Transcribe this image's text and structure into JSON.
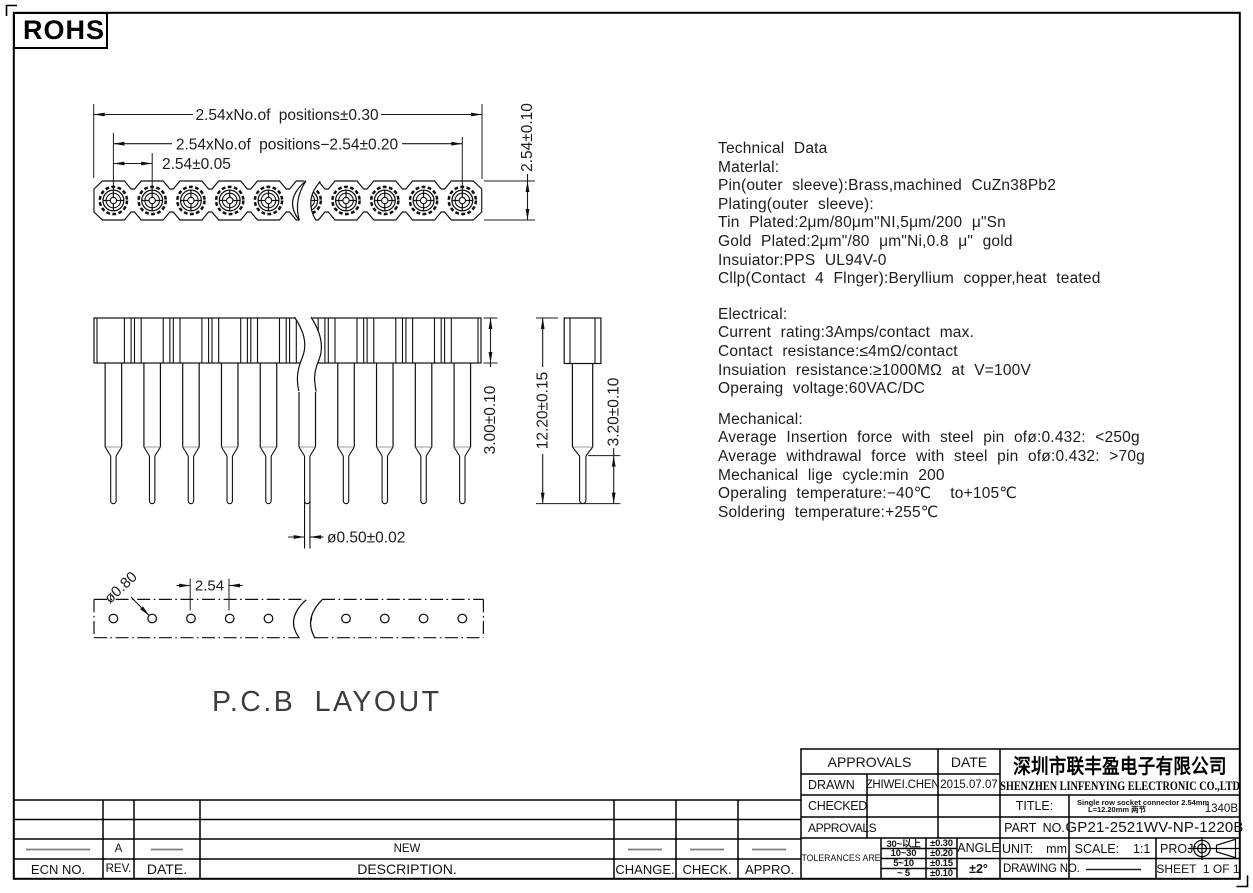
{
  "rohs_label": "ROHS",
  "views": {
    "top": {
      "dim_overall": "2.54xNo.of positions±0.30",
      "dim_centers": "2.54xNo.of positions−2.54±0.20",
      "dim_pitch": "2.54±0.05",
      "dim_row_height": "2.54±0.10"
    },
    "side": {
      "dim_body_height": "3.00±0.10",
      "dim_total_length": "12.20±0.15",
      "dim_tail_length": "3.20±0.10",
      "dim_pin_dia": "ø0.50±0.02"
    },
    "pcb": {
      "label": "P.C.B LAYOUT",
      "dim_pitch": "2.54",
      "dim_hole_dia": "ø0.80"
    }
  },
  "tech": {
    "material": [
      "Technical Data",
      "Materlal:",
      "Pin(outer sleeve):Brass,machined CuZn38Pb2",
      "Plating(outer sleeve):",
      "Tin Plated:2μm/80μm\"NI,5μm/200 μ\"Sn",
      "Gold Plated:2μm\"/80 μm\"Ni,0.8 μ\" gold",
      "Insuiator:PPS UL94V-0",
      "Cllp(Contact 4 Flnger):Beryllium copper,heat teated"
    ],
    "electrical": [
      "Electrical:",
      "Current rating:3Amps/contact max.",
      "Contact resistance:≤4mΩ/contact",
      "Insuiation resistance:≥1000MΩ at V=100V",
      "Operaing voltage:60VAC/DC"
    ],
    "mechanical": [
      "Mechanical:",
      "Average Insertion force with steel pin ofø:0.432: <250g",
      "Average withdrawal force with steel pin ofø:0.432: >70g",
      "Mechanical lige cycle:min 200",
      "Operaling temperature:−40℃  to+105℃",
      "Soldering temperature:+255℃"
    ]
  },
  "revision_table": {
    "headers": [
      "ECN NO.",
      "REV.",
      "DATE.",
      "DESCRIPTION.",
      "CHANGE.",
      "CHECK.",
      "APPRO."
    ],
    "row": {
      "rev": "A",
      "description": "NEW"
    }
  },
  "title_block": {
    "approvals_header": "APPROVALS",
    "date_header": "DATE",
    "drawn_label": "DRAWN",
    "drawn_by": "ZHIWEI.CHEN",
    "drawn_date": "2015.07.07",
    "checked_label": "CHECKED",
    "approvals_label": "APPROVALS",
    "tolerances_label": "TOLERANCES ARE",
    "tolerances": [
      [
        "30~以上",
        "±0.30"
      ],
      [
        "10~30",
        "±0.20"
      ],
      [
        "5~10",
        "±0.15"
      ],
      [
        "~ 5",
        "±0.10"
      ]
    ],
    "angle_label": "ANGLE",
    "angle_value": "±2°",
    "company_cn": "深圳市联丰盈电子有限公司",
    "company_en": "SHENZHEN LINFENYING ELECTRONIC CO.,LTD",
    "title_label": "TITLE:",
    "title_line1": "Single row socket connector 2.54mm",
    "title_line2": "L=12.20mm 两节",
    "title_code": "1340B",
    "part_label": "PART NO.",
    "part_no": "GP21-2521WV-NP-1220B",
    "unit_label": "UNIT:  mm",
    "scale_label": "SCALE:    1:1",
    "proj_label": "PROJ:",
    "drawing_no_label": "DRAWING NO.",
    "sheet_label": "SHEET  1 OF 1"
  }
}
